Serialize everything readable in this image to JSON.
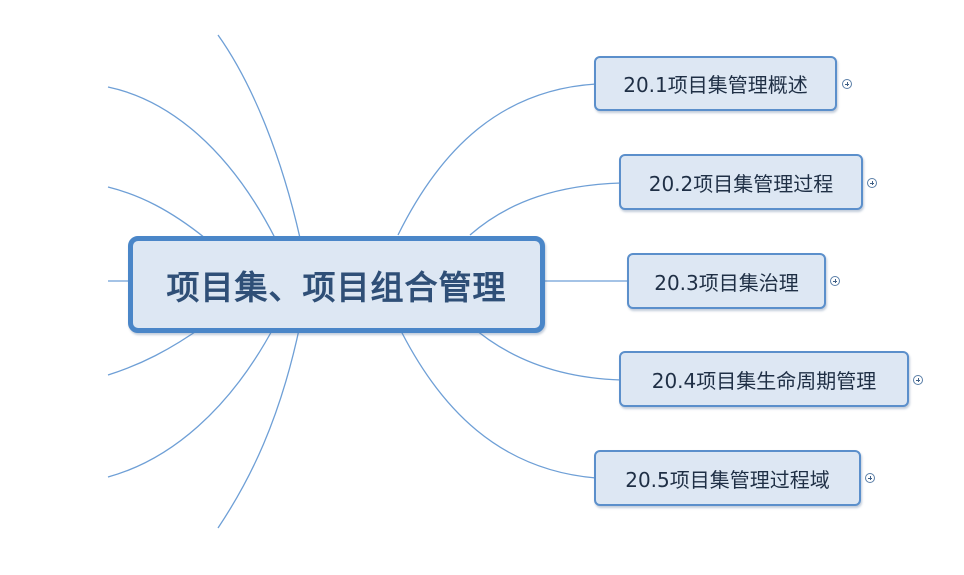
{
  "central_topic": {
    "label": "项目集、项目组合管理"
  },
  "subtopics": [
    {
      "label": "20.1项目集管理概述"
    },
    {
      "label": "20.2项目集管理过程"
    },
    {
      "label": "20.3项目集治理"
    },
    {
      "label": "20.4项目集生命周期管理"
    },
    {
      "label": "20.5项目集管理过程域"
    }
  ],
  "colors": {
    "connector": "#5b8fcb",
    "topic_fill": "#dde7f3",
    "central_border": "#4a86c8",
    "text_dark": "#2f4f77"
  },
  "icons": {
    "expander": "plus-circle-icon"
  }
}
